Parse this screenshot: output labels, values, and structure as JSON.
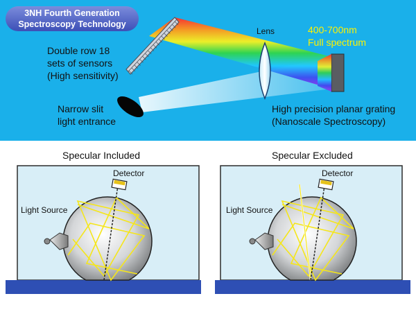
{
  "header": {
    "badge_line1": "3NH Fourth Generation",
    "badge_line2": "Spectroscopy Technology"
  },
  "optics": {
    "sensors_label": [
      "Double row 18",
      "sets of sensors",
      "(High sensitivity)"
    ],
    "lens_label": "Lens",
    "spectrum_label": [
      "400-700nm",
      "Full spectrum"
    ],
    "slit_label": [
      "Narrow slit",
      "light entrance"
    ],
    "grating_label": [
      "High precision planar grating",
      "(Nanoscale Spectroscopy)"
    ]
  },
  "specular_included": {
    "title": "Specular Included",
    "detector_label": "Detector",
    "light_source_label": "Light Source"
  },
  "specular_excluded": {
    "title": "Specular Excluded",
    "detector_label": "Detector",
    "light_source_label": "Light Source"
  },
  "colors": {
    "top_background": "#1ab0ea",
    "panel_fill": "#d8eef7",
    "highlight_text": "#fff200",
    "ray_color": "#f5e61a",
    "base_plate": "#2e4fb4"
  }
}
